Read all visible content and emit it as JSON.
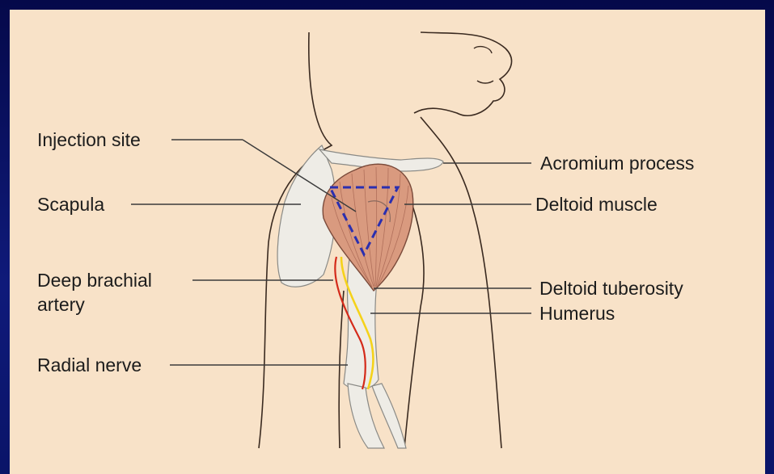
{
  "labels": {
    "injection_site": "Injection site",
    "scapula": "Scapula",
    "deep_brachial_artery": "Deep brachial\nartery",
    "radial_nerve": "Radial nerve",
    "acromium_process": "Acromium process",
    "deltoid_muscle": "Deltoid muscle",
    "deltoid_tuberosity": "Deltoid tuberosity",
    "humerus": "Humerus"
  },
  "colors": {
    "background": "#f8e2c8",
    "frame": "#0b1260",
    "muscle": "#d99a7f",
    "bone": "#eeece6",
    "artery": "#d42a1a",
    "nerve": "#f5d21a",
    "injection_outline": "#2a2fb0"
  }
}
